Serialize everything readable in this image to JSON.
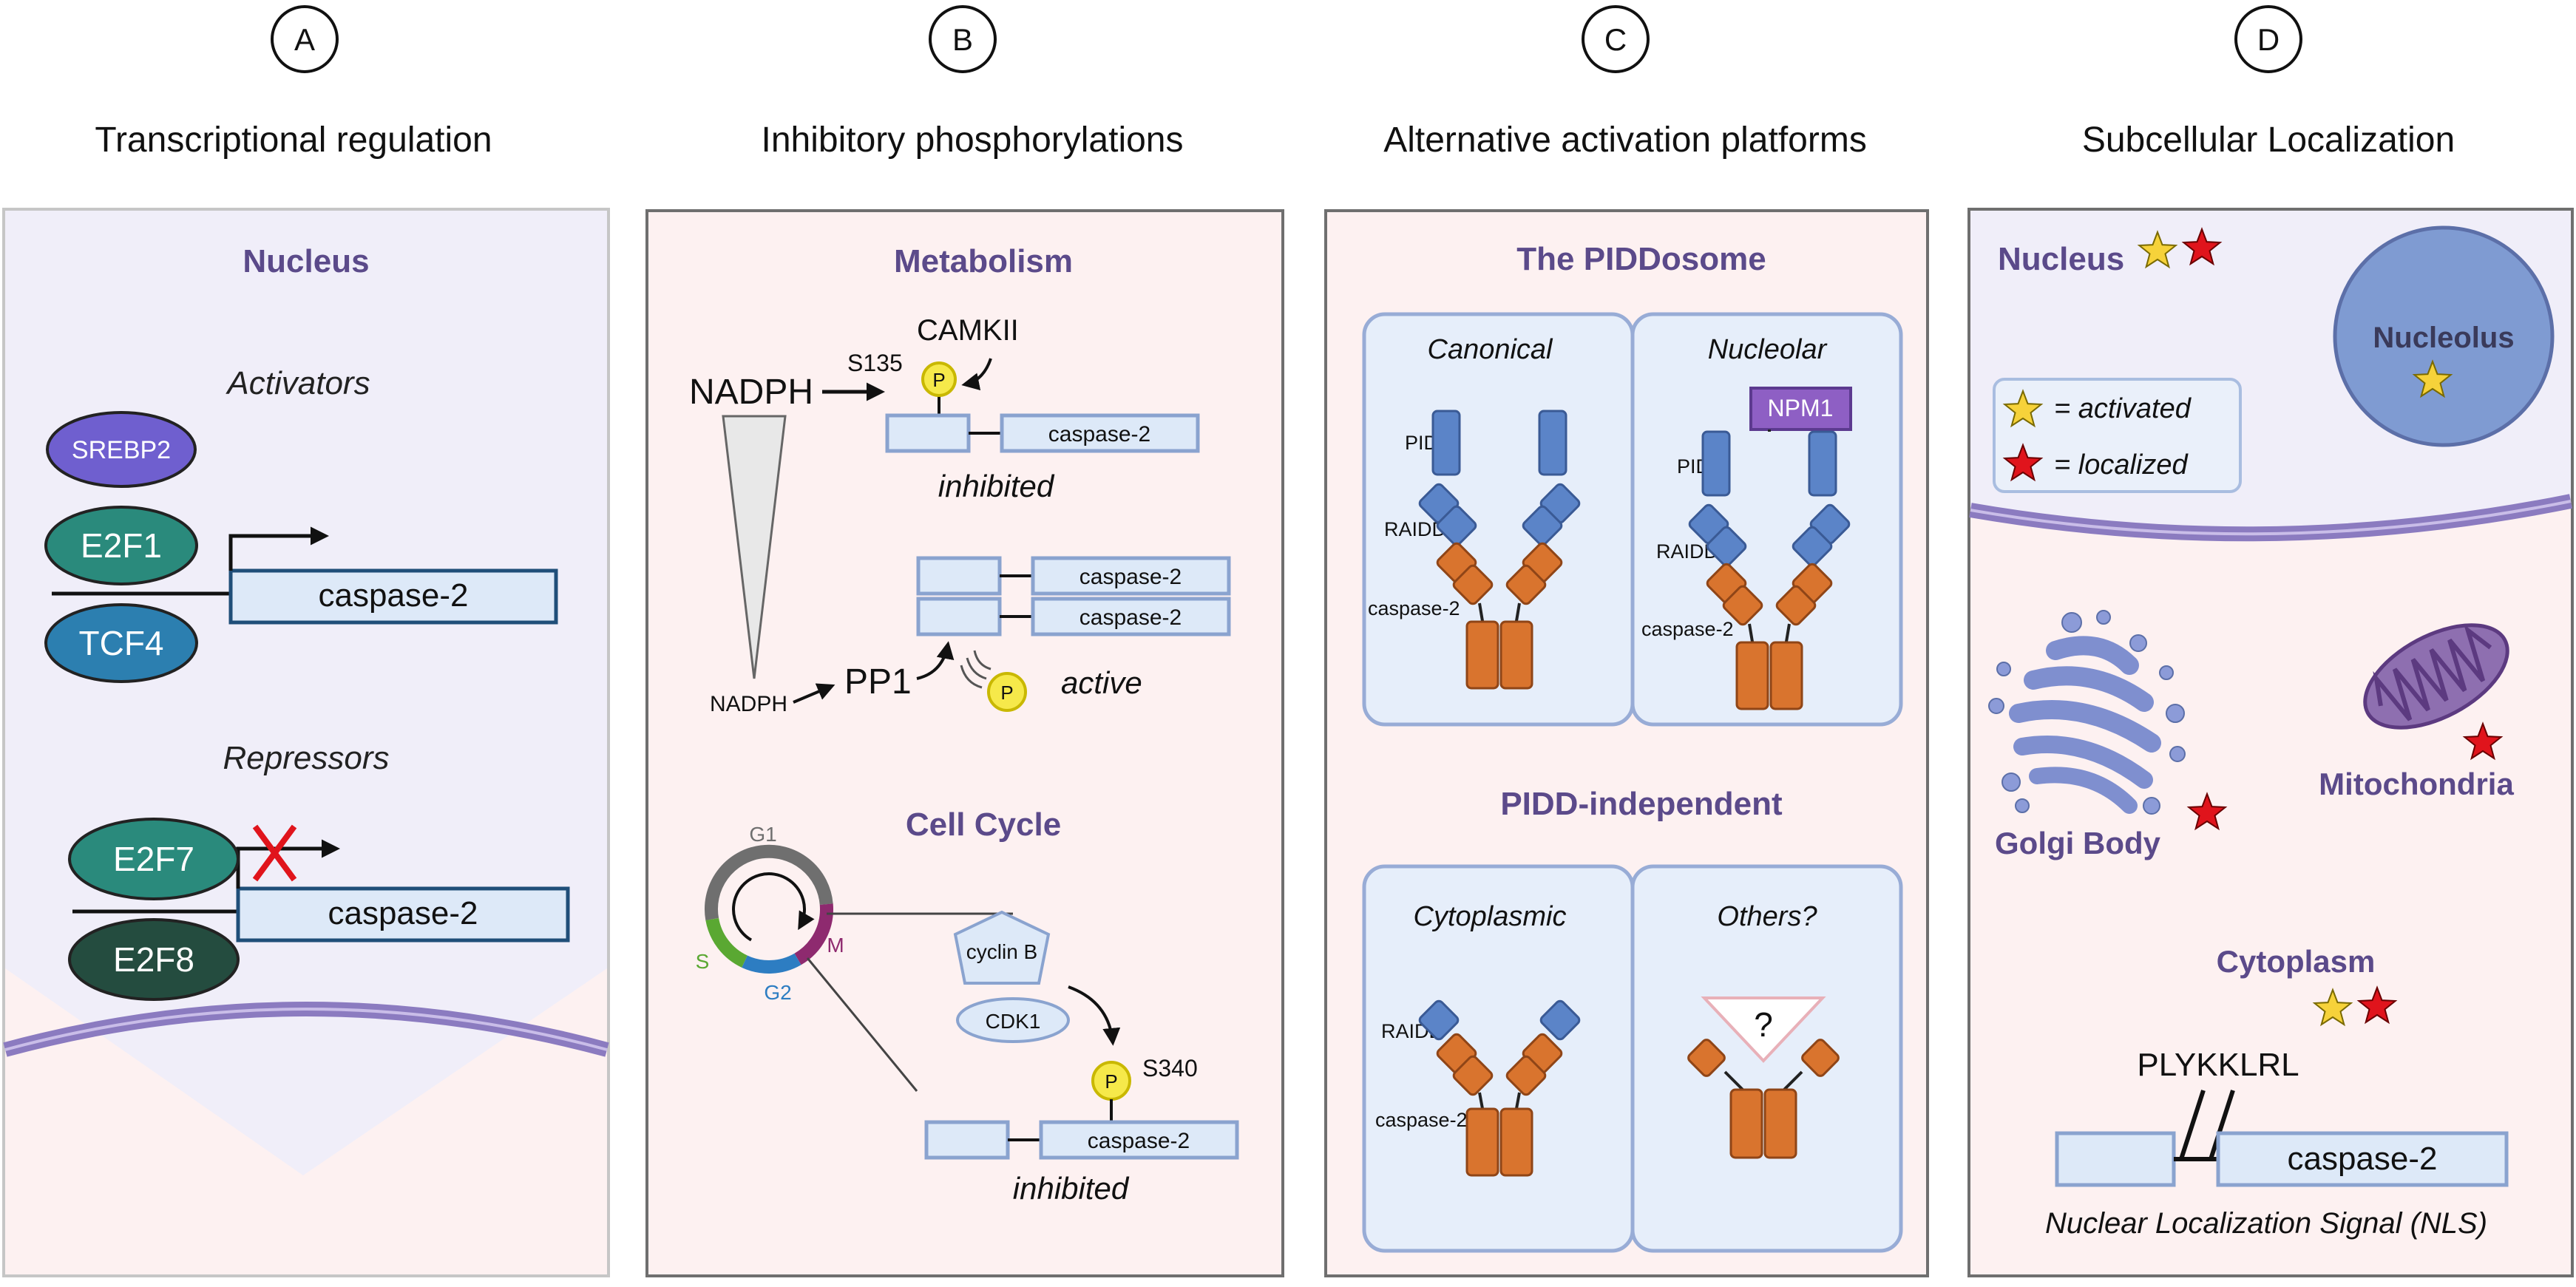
{
  "panels": [
    {
      "letter": "A",
      "title": "Transcriptional regulation"
    },
    {
      "letter": "B",
      "title": "Inhibitory phosphorylations"
    },
    {
      "letter": "C",
      "title": "Alternative activation platforms"
    },
    {
      "letter": "D",
      "title": "Subcellular Localization"
    }
  ],
  "a": {
    "compartment": "Nucleus",
    "activators_label": "Activators",
    "repressors_label": "Repressors",
    "srebp2": "SREBP2",
    "e2f1": "E2F1",
    "tcf4": "TCF4",
    "e2f7": "E2F7",
    "e2f8": "E2F8",
    "gene1": "caspase-2",
    "gene2": "caspase-2"
  },
  "b": {
    "metabolism_title": "Metabolism",
    "camkii": "CAMKII",
    "s135": "S135",
    "nadph_large": "NADPH",
    "nadph_small": "NADPH",
    "pp1": "PP1",
    "p": "P",
    "casp_inhibited1": "caspase-2",
    "casp_active1": "caspase-2",
    "casp_active2": "caspase-2",
    "inhibited1": "inhibited",
    "active": "active",
    "cellcycle_title": "Cell Cycle",
    "g1": "G1",
    "s": "S",
    "g2": "G2",
    "m": "M",
    "cyclinb": "cyclin B",
    "cdk1": "CDK1",
    "s340": "S340",
    "casp_inhibited2": "caspase-2",
    "inhibited2": "inhibited",
    "colors": {
      "g1": "#6f6f6f",
      "s": "#5aa832",
      "g2": "#2d7dc2",
      "m": "#8e2a6f"
    }
  },
  "c": {
    "piddosome_title": "The PIDDosome",
    "canonical": "Canonical",
    "nucleolar": "Nucleolar",
    "pidd1": "PIDD",
    "raidd1": "RAIDD",
    "casp1": "caspase-2",
    "npm1": "NPM1",
    "pidd2": "PIDD",
    "raidd2": "RAIDD",
    "casp2": "caspase-2",
    "independent_title": "PIDD-independent",
    "cytoplasmic": "Cytoplasmic",
    "others": "Others?",
    "raidd3": "RAIDD",
    "casp3": "caspase-2",
    "question": "?"
  },
  "d": {
    "nucleus": "Nucleus",
    "nucleolus": "Nucleolus",
    "activated_legend": "= activated",
    "localized_legend": "= localized",
    "golgi": "Golgi Body",
    "mito": "Mitochondria",
    "cytoplasm": "Cytoplasm",
    "nls_seq": "PLYKKLRL",
    "casp": "caspase-2",
    "nls_caption": "Nuclear Localization Signal (NLS)",
    "colors": {
      "activated": "#f6d23a",
      "localized": "#e0141c"
    }
  }
}
